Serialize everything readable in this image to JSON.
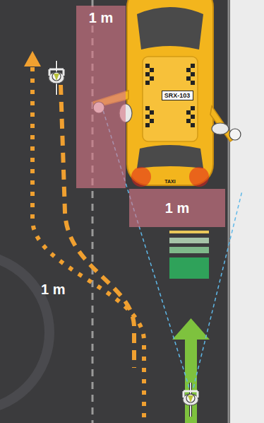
{
  "diagram": {
    "nodes": [
      {
        "text": [
          "1 m"
        ]
      },
      {
        "text": [
          "SRX-103"
        ]
      },
      {
        "text": [
          "1 m"
        ]
      }
    ],
    "labels": [
      "TAXI",
      "1 m"
    ]
  }
}
